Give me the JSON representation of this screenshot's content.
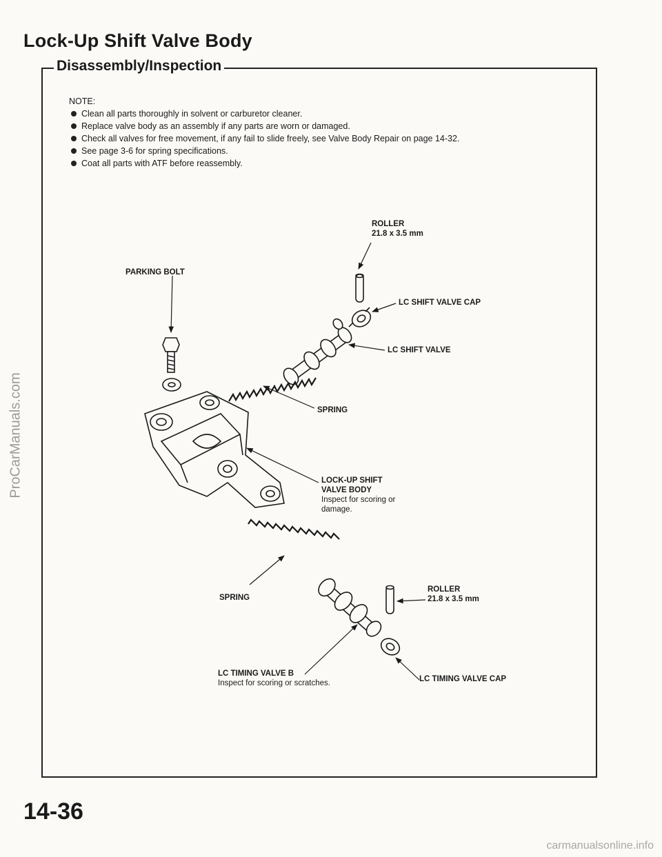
{
  "header": {
    "title": "Lock-Up Shift Valve Body",
    "section": "Disassembly/Inspection"
  },
  "notes": {
    "label": "NOTE:",
    "items": [
      "Clean all parts thoroughly in solvent or carburetor cleaner.",
      "Replace valve body as an assembly if any parts are worn or damaged.",
      "Check all valves for free movement, if any fail to slide freely, see Valve Body Repair on page 14-32.",
      "See page 3-6 for spring specifications.",
      "Coat all parts with ATF before reassembly."
    ]
  },
  "labels": {
    "roller_top": "ROLLER",
    "roller_top_size": "21.8 x 3.5 mm",
    "parking_bolt": "PARKING BOLT",
    "lc_shift_valve_cap": "LC SHIFT VALVE CAP",
    "lc_shift_valve": "LC SHIFT VALVE",
    "spring_top": "SPRING",
    "body_line1": "LOCK-UP SHIFT",
    "body_line2": "VALVE BODY",
    "body_note": "Inspect for scoring or damage.",
    "spring_bottom": "SPRING",
    "roller_bottom": "ROLLER",
    "roller_bottom_size": "21.8 x 3.5 mm",
    "lc_timing_valve_b": "LC TIMING VALVE B",
    "lc_timing_valve_b_note": "Inspect for scoring or scratches.",
    "lc_timing_valve_cap": "LC TIMING VALVE CAP"
  },
  "footer": {
    "page_number": "14-36",
    "watermark_side": "ProCarManuals.com",
    "watermark_bottom": "carmanualsonline.info"
  }
}
